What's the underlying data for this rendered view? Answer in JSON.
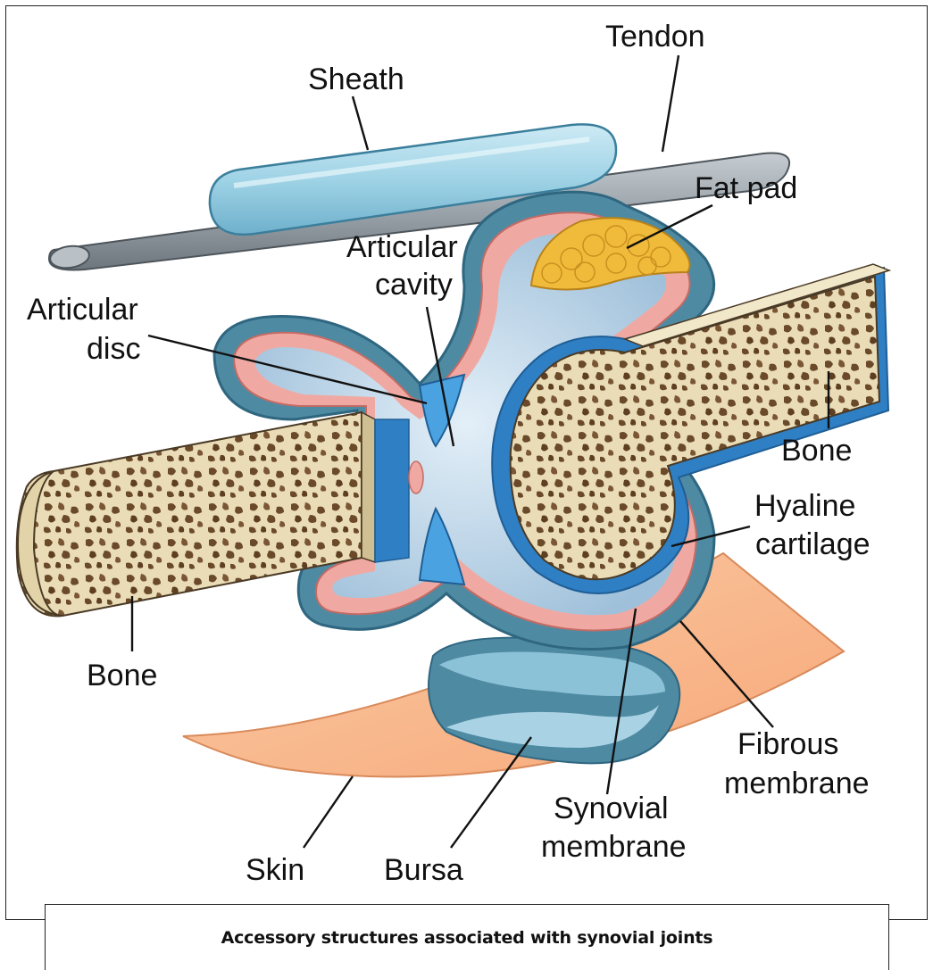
{
  "caption": "Accessory structures associated with synovial joints",
  "labels": {
    "tendon": "Tendon",
    "sheath": "Sheath",
    "fat_pad": "Fat pad",
    "articular_cavity_1": "Articular",
    "articular_cavity_2": "cavity",
    "articular_disc_1": "Articular",
    "articular_disc_2": "disc",
    "bone_right": "Bone",
    "hyaline_1": "Hyaline",
    "hyaline_2": "cartilage",
    "bone_left": "Bone",
    "fibrous_1": "Fibrous",
    "fibrous_2": "membrane",
    "synovial_1": "Synovial",
    "synovial_2": "membrane",
    "skin": "Skin",
    "bursa": "Bursa"
  },
  "colors": {
    "bone_fill": "#e9dcb6",
    "bone_pores": "#6b4a2a",
    "fibrous": "#4f8aa3",
    "synovial": "#f0a9a2",
    "cartilage": "#2f7fc4",
    "cavity": "#b9d4e8",
    "fat": "#f0bb3a",
    "skin": "#f8b98a",
    "tendon": "#9aa3aa",
    "sheath": "#9fd3e6"
  }
}
